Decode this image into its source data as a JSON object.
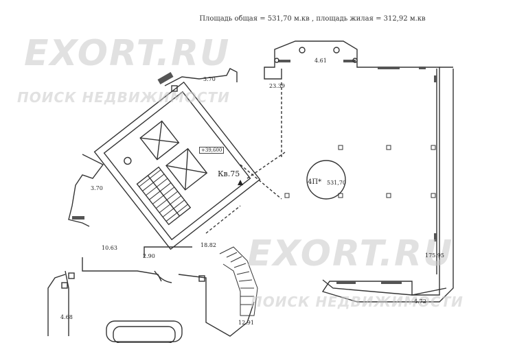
{
  "header": {
    "area_text": "Площадь общая = 531,70 м.кв , площадь жилая = 312,92 м.кв"
  },
  "watermark": {
    "logo": "EXORT.RU",
    "tagline": "ПОИСК НЕДВИЖИМОСТИ"
  },
  "plan": {
    "apartment_label": "Кв.75",
    "room_code": "4П*",
    "room_area": "531,70",
    "elevation_mark": "+39,600"
  },
  "dimensions": {
    "d_461": "4.61",
    "d_2339": "23.39",
    "d_370_top": "3.70",
    "d_370_left": "3.70",
    "d_1063": "10.63",
    "d_290": "2.90",
    "d_1882": "18.82",
    "d_17595": "175.95",
    "d_472": "4.72",
    "d_468": "4.68",
    "d_1291": "12.91"
  }
}
